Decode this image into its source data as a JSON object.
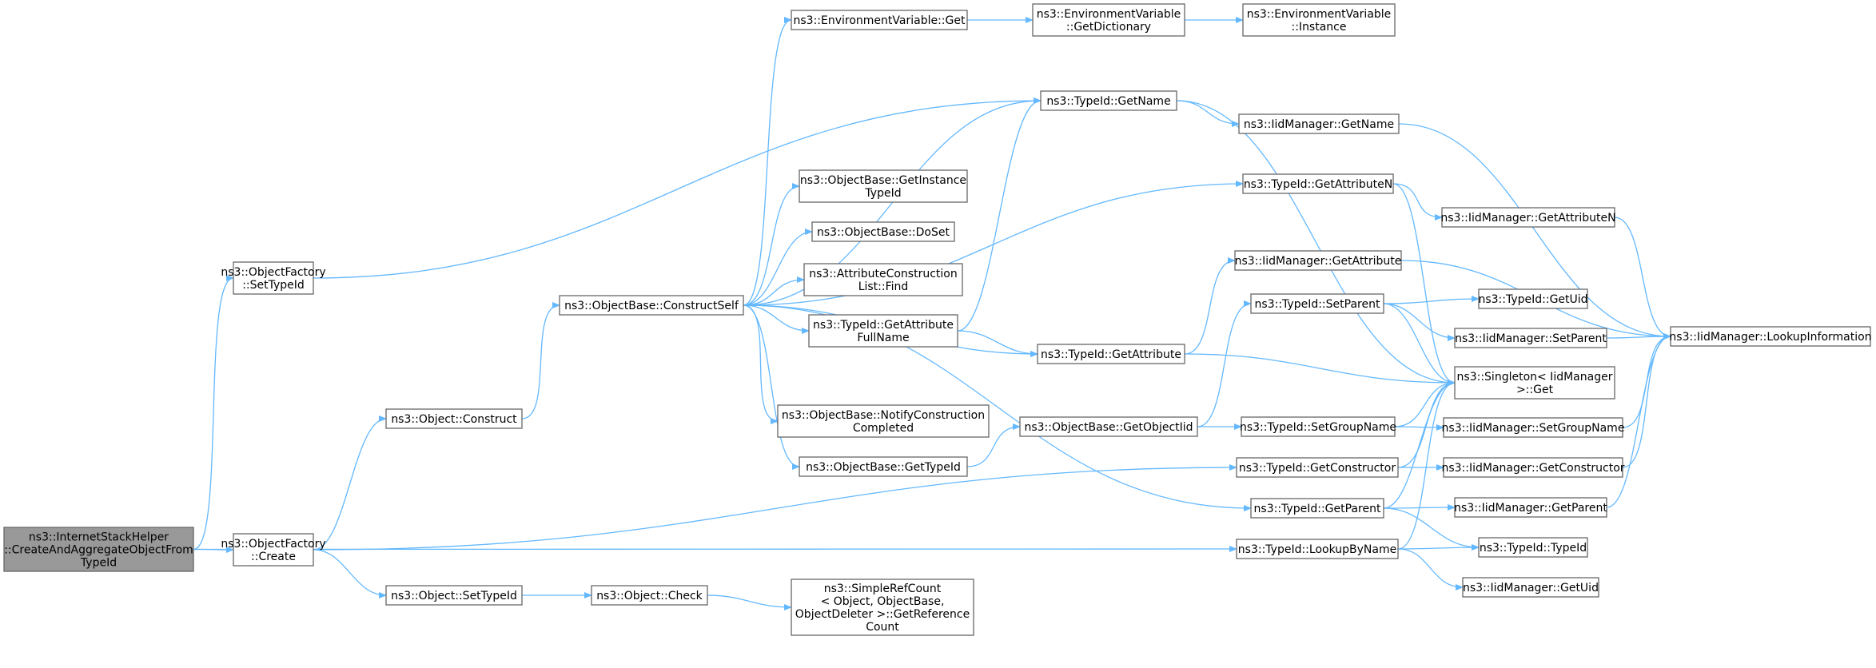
{
  "colors": {
    "edge": "#63b8ff",
    "node_border": "#666666",
    "node_fill": "#ffffff",
    "root_fill": "#999999",
    "background": "#ffffff"
  },
  "nodes": [
    {
      "id": "root",
      "lines": [
        "ns3::InternetStackHelper",
        "::CreateAndAggregateObjectFrom",
        "TypeId"
      ]
    },
    {
      "id": "of_settypeid",
      "lines": [
        "ns3::ObjectFactory",
        "::SetTypeId"
      ]
    },
    {
      "id": "of_create",
      "lines": [
        "ns3::ObjectFactory",
        "::Create"
      ]
    },
    {
      "id": "obj_construct",
      "lines": [
        "ns3::Object::Construct"
      ]
    },
    {
      "id": "obj_settypeid",
      "lines": [
        "ns3::Object::SetTypeId"
      ]
    },
    {
      "id": "obj_check",
      "lines": [
        "ns3::Object::Check"
      ]
    },
    {
      "id": "ob_constructself",
      "lines": [
        "ns3::ObjectBase::ConstructSelf"
      ]
    },
    {
      "id": "env_get",
      "lines": [
        "ns3::EnvironmentVariable::Get"
      ]
    },
    {
      "id": "env_getdict",
      "lines": [
        "ns3::EnvironmentVariable",
        "::GetDictionary"
      ]
    },
    {
      "id": "env_instance",
      "lines": [
        "ns3::EnvironmentVariable",
        "::Instance"
      ]
    },
    {
      "id": "tid_getname",
      "lines": [
        "ns3::TypeId::GetName"
      ]
    },
    {
      "id": "ob_getinstancetid",
      "lines": [
        "ns3::ObjectBase::GetInstance",
        "TypeId"
      ]
    },
    {
      "id": "ob_doset",
      "lines": [
        "ns3::ObjectBase::DoSet"
      ]
    },
    {
      "id": "acl_find",
      "lines": [
        "ns3::AttributeConstruction",
        "List::Find"
      ]
    },
    {
      "id": "tid_getattrfullname",
      "lines": [
        "ns3::TypeId::GetAttribute",
        "FullName"
      ]
    },
    {
      "id": "ob_notify",
      "lines": [
        "ns3::ObjectBase::NotifyConstruction",
        "Completed"
      ]
    },
    {
      "id": "ob_gettypeid",
      "lines": [
        "ns3::ObjectBase::GetTypeId"
      ]
    },
    {
      "id": "src_getrefcount",
      "lines": [
        "ns3::SimpleRefCount",
        "< Object, ObjectBase,",
        " ObjectDeleter >::GetReference",
        "Count"
      ]
    },
    {
      "id": "tid_getattribute",
      "lines": [
        "ns3::TypeId::GetAttribute"
      ]
    },
    {
      "id": "ob_getobjectiid",
      "lines": [
        "ns3::ObjectBase::GetObjectIid"
      ]
    },
    {
      "id": "iid_getname",
      "lines": [
        "ns3::IidManager::GetName"
      ]
    },
    {
      "id": "tid_getattributen",
      "lines": [
        "ns3::TypeId::GetAttributeN"
      ]
    },
    {
      "id": "iid_getattribute",
      "lines": [
        "ns3::IidManager::GetAttribute"
      ]
    },
    {
      "id": "tid_setparent",
      "lines": [
        "ns3::TypeId::SetParent"
      ]
    },
    {
      "id": "tid_setgroupname",
      "lines": [
        "ns3::TypeId::SetGroupName"
      ]
    },
    {
      "id": "tid_getconstructor",
      "lines": [
        "ns3::TypeId::GetConstructor"
      ]
    },
    {
      "id": "tid_getparent",
      "lines": [
        "ns3::TypeId::GetParent"
      ]
    },
    {
      "id": "tid_lookupbyname",
      "lines": [
        "ns3::TypeId::LookupByName"
      ]
    },
    {
      "id": "iid_getattributen",
      "lines": [
        "ns3::IidManager::GetAttributeN"
      ]
    },
    {
      "id": "tid_getuid",
      "lines": [
        "ns3::TypeId::GetUid"
      ]
    },
    {
      "id": "iid_setparent",
      "lines": [
        "ns3::IidManager::SetParent"
      ]
    },
    {
      "id": "singleton_get",
      "lines": [
        "ns3::Singleton< IidManager",
        " >::Get"
      ]
    },
    {
      "id": "iid_setgroupname",
      "lines": [
        "ns3::IidManager::SetGroupName"
      ]
    },
    {
      "id": "iid_getconstructor",
      "lines": [
        "ns3::IidManager::GetConstructor"
      ]
    },
    {
      "id": "iid_getparent",
      "lines": [
        "ns3::IidManager::GetParent"
      ]
    },
    {
      "id": "tid_typeid",
      "lines": [
        "ns3::TypeId::TypeId"
      ]
    },
    {
      "id": "iid_getuid",
      "lines": [
        "ns3::IidManager::GetUid"
      ]
    },
    {
      "id": "iid_lookupinfo",
      "lines": [
        "ns3::IidManager::LookupInformation"
      ]
    }
  ],
  "edges": [
    [
      "root",
      "of_settypeid"
    ],
    [
      "root",
      "of_create"
    ],
    [
      "root",
      "tid_lookupbyname"
    ],
    [
      "of_settypeid",
      "tid_getname"
    ],
    [
      "of_create",
      "obj_construct"
    ],
    [
      "of_create",
      "obj_settypeid"
    ],
    [
      "of_create",
      "tid_getconstructor"
    ],
    [
      "obj_construct",
      "ob_constructself"
    ],
    [
      "obj_settypeid",
      "obj_check"
    ],
    [
      "obj_check",
      "src_getrefcount"
    ],
    [
      "ob_constructself",
      "env_get"
    ],
    [
      "ob_constructself",
      "tid_getname"
    ],
    [
      "ob_constructself",
      "tid_getattributen"
    ],
    [
      "ob_constructself",
      "ob_getinstancetid"
    ],
    [
      "ob_constructself",
      "ob_doset"
    ],
    [
      "ob_constructself",
      "acl_find"
    ],
    [
      "ob_constructself",
      "tid_getattrfullname"
    ],
    [
      "ob_constructself",
      "tid_getattribute"
    ],
    [
      "ob_constructself",
      "ob_notify"
    ],
    [
      "ob_constructself",
      "ob_gettypeid"
    ],
    [
      "ob_constructself",
      "tid_getparent"
    ],
    [
      "env_get",
      "env_getdict"
    ],
    [
      "env_getdict",
      "env_instance"
    ],
    [
      "tid_getname",
      "iid_getname"
    ],
    [
      "tid_getname",
      "singleton_get"
    ],
    [
      "tid_getattrfullname",
      "tid_getname"
    ],
    [
      "tid_getattrfullname",
      "tid_getattribute"
    ],
    [
      "ob_gettypeid",
      "ob_getobjectiid"
    ],
    [
      "tid_getattribute",
      "iid_getattribute"
    ],
    [
      "tid_getattribute",
      "singleton_get"
    ],
    [
      "ob_getobjectiid",
      "tid_setparent"
    ],
    [
      "ob_getobjectiid",
      "tid_setgroupname"
    ],
    [
      "iid_getname",
      "iid_lookupinfo"
    ],
    [
      "tid_getattributen",
      "iid_getattributen"
    ],
    [
      "tid_getattributen",
      "singleton_get"
    ],
    [
      "iid_getattribute",
      "iid_lookupinfo"
    ],
    [
      "tid_setparent",
      "tid_getuid"
    ],
    [
      "tid_setparent",
      "iid_setparent"
    ],
    [
      "tid_setparent",
      "singleton_get"
    ],
    [
      "tid_setgroupname",
      "singleton_get"
    ],
    [
      "tid_setgroupname",
      "iid_setgroupname"
    ],
    [
      "tid_getconstructor",
      "singleton_get"
    ],
    [
      "tid_getconstructor",
      "iid_getconstructor"
    ],
    [
      "tid_getparent",
      "singleton_get"
    ],
    [
      "tid_getparent",
      "iid_getparent"
    ],
    [
      "tid_getparent",
      "tid_typeid"
    ],
    [
      "tid_lookupbyname",
      "singleton_get"
    ],
    [
      "tid_lookupbyname",
      "tid_typeid"
    ],
    [
      "tid_lookupbyname",
      "iid_getuid"
    ],
    [
      "iid_getattributen",
      "iid_lookupinfo"
    ],
    [
      "iid_setparent",
      "iid_lookupinfo"
    ],
    [
      "iid_setgroupname",
      "iid_lookupinfo"
    ],
    [
      "iid_getconstructor",
      "iid_lookupinfo"
    ],
    [
      "iid_getparent",
      "iid_lookupinfo"
    ]
  ]
}
